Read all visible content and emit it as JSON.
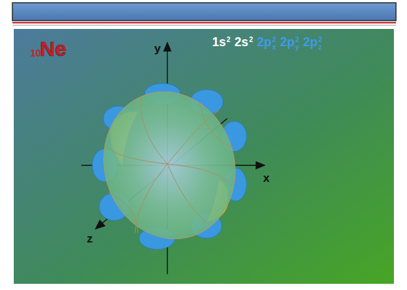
{
  "diagram": {
    "labels": [
      "10",
      "Ne",
      "1s",
      "2",
      "2s",
      "2",
      "2p",
      "2",
      "x",
      "2p",
      "2",
      "y",
      "2p",
      "2",
      "z",
      "y",
      "x",
      "z"
    ]
  }
}
